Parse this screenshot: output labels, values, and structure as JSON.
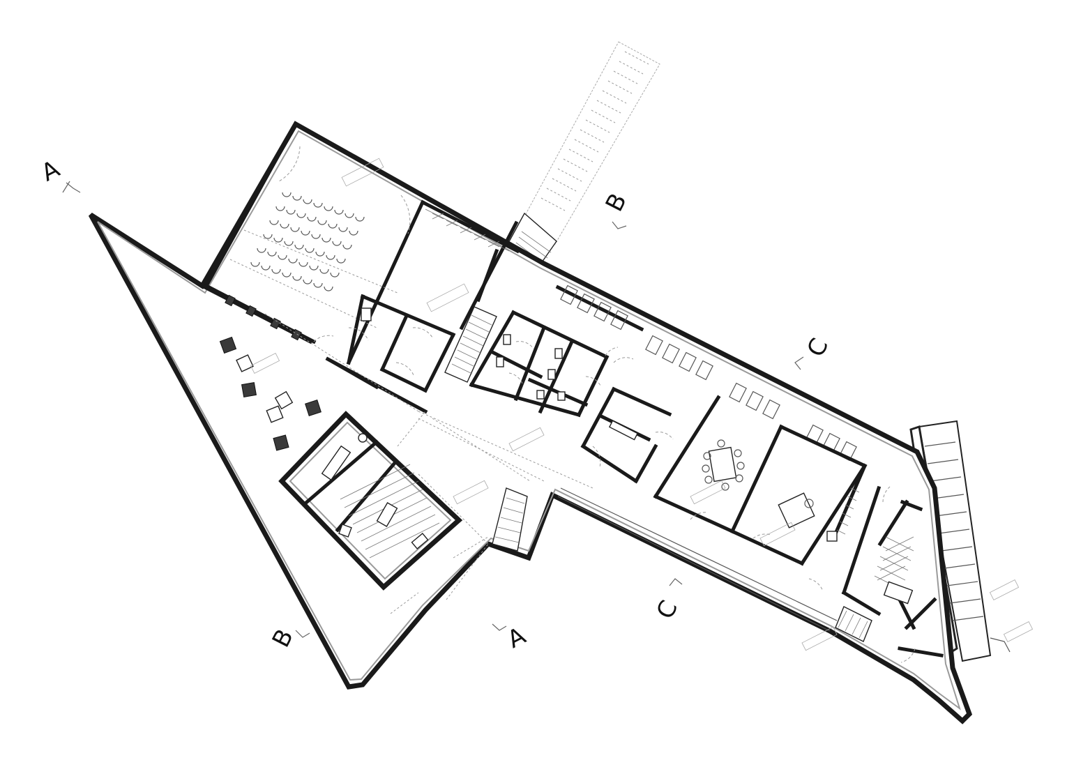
{
  "section_marks": [
    {
      "id": "A",
      "label": "A"
    },
    {
      "id": "B",
      "label": "B"
    },
    {
      "id": "C",
      "label": "C"
    }
  ]
}
